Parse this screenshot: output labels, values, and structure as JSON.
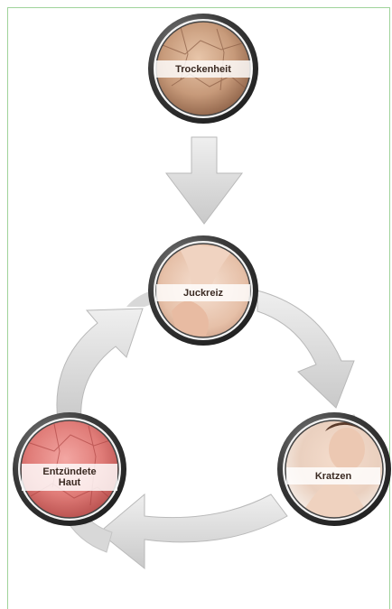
{
  "diagram": {
    "nodes": {
      "dryness": {
        "label": "Trockenheit",
        "image": "cracked-dry-skin"
      },
      "itch": {
        "label": "Juckreiz",
        "image": "hand-touching-neck"
      },
      "scratch": {
        "label": "Kratzen",
        "image": "woman-scratching-neck"
      },
      "inflamed": {
        "label": "Entzündete Haut",
        "image": "red-inflamed-skin"
      }
    },
    "colors": {
      "arrow_fill": "#dcdcdc",
      "arrow_stroke": "#b9b9b9",
      "frame": "#9fd39a",
      "lens_ring": "#2c2c2c"
    }
  }
}
